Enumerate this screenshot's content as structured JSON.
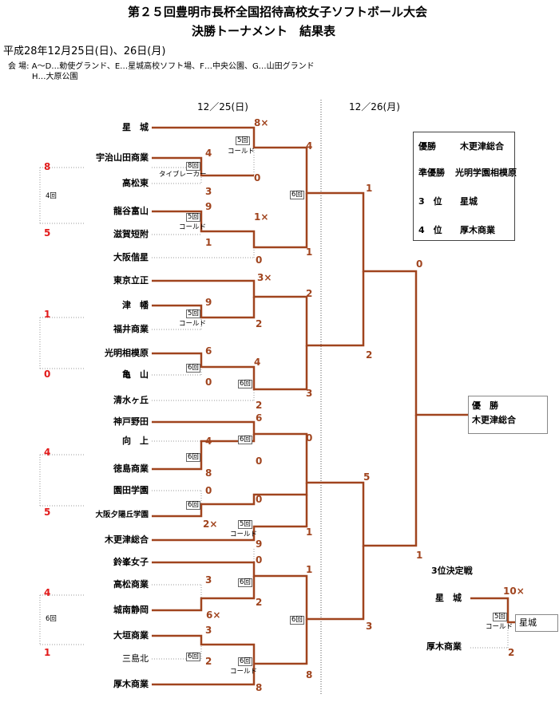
{
  "title1": "第２５回豊明市長杯全国招待高校女子ソフトボール大会",
  "title2": "決勝トーナメント　結果表",
  "date_line": "平成28年12月25日(日)、26日(月)",
  "venue1": "会 場: A～D…勅使グランド、E…星城高校ソフト場、F…中央公園、G…山田グランド",
  "venue2": "H…大原公園",
  "day1": "12／25(日)",
  "day2": "12／26(月)",
  "teams": {
    "t1": "星　城",
    "t2": "宇治山田商業",
    "t3": "高松東",
    "t4": "龍谷富山",
    "t5": "滋賀短附",
    "t6": "大阪偕星",
    "t7": "東京立正",
    "t8": "津　幡",
    "t9": "福井商業",
    "t10": "光明相模原",
    "t11": "亀　山",
    "t12": "清水ヶ丘",
    "t13": "神戸野田",
    "t14": "向　上",
    "t15": "徳島商業",
    "t16": "園田学園",
    "t17": "大阪夕陽丘学園",
    "t18": "木更津総合",
    "t19": "鈴峯女子",
    "t20": "高松商業",
    "t21": "城南静岡",
    "t22": "大垣商業",
    "t23": "三島北",
    "t24": "厚木商業"
  },
  "scores": {
    "s1": "8×",
    "s2": "4",
    "s3": "3",
    "s4": "0",
    "s5": "4",
    "s6": "9",
    "s7": "1",
    "s8": "1×",
    "s9": "0",
    "s10": "1",
    "s11": "1",
    "s12": "0",
    "s13": "3×",
    "s14": "9",
    "s15": "2",
    "s16": "2",
    "s17": "6",
    "s18": "0",
    "s19": "4",
    "s20": "2",
    "s21": "3",
    "s22": "2",
    "s23": "6",
    "s24": "4",
    "s25": "8",
    "s26": "0",
    "s27": "0",
    "s28": "0",
    "s29": "2×",
    "s30": "9",
    "s31": "1",
    "s32": "0",
    "s33": "3",
    "s34": "6×",
    "s35": "2",
    "s36": "1",
    "s37": "3",
    "s38": "2",
    "s39": "8",
    "s40": "3",
    "s41": "5",
    "s42": "1",
    "s43": "0",
    "s44": "10×",
    "s45": "2"
  },
  "rest_scores": {
    "r1a": "8",
    "r1b": "5",
    "r2a": "1",
    "r2b": "0",
    "r3a": "4",
    "r3b": "5",
    "r4a": "4",
    "r4b": "1"
  },
  "rest_notes": {
    "n1": "4回",
    "n4": "6回"
  },
  "innings": {
    "i1": "5回",
    "i2": "8回",
    "i3": "5回",
    "i4": "6回",
    "i5": "5回",
    "i6": "6回",
    "i7": "6回",
    "i8": "6回",
    "i9": "6回",
    "i10": "6回",
    "i11": "5回",
    "i12": "6回",
    "i13": "6回",
    "i14": "6回",
    "i15": "6回",
    "i16": "5回"
  },
  "notes": {
    "cold1": "コールド",
    "tb": "タイブレーカー",
    "cold2": "コールド",
    "cold3": "コールド",
    "cold4": "コールド",
    "cold5": "コールド",
    "cold6": "コールド"
  },
  "results": {
    "r1_label": "優勝",
    "r1_team": "木更津総合",
    "r2_label": "準優勝",
    "r2_team": "光明学園相模原",
    "r3_label": "3　位",
    "r3_team": "星城",
    "r4_label": "4　位",
    "r4_team": "厚木商業"
  },
  "champion": {
    "label": "優　勝",
    "team": "木更津総合"
  },
  "third_place": {
    "heading": "3位決定戦",
    "team_a": "星　城",
    "team_b": "厚木商業",
    "winner": "星城"
  },
  "colors": {
    "line": "#a0441e",
    "rest_score": "#e21a1a",
    "dotted": "#999999"
  }
}
